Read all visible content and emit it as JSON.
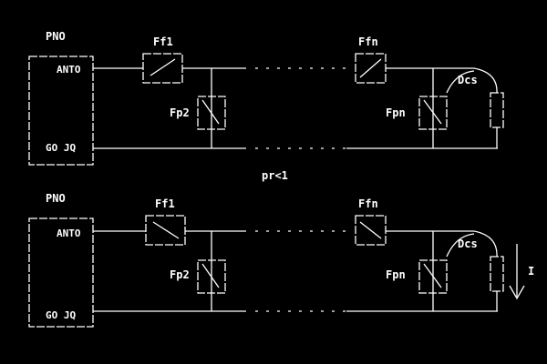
{
  "panels": [
    {
      "source_title": "PNO",
      "terminal_a": "ANTO",
      "terminal_b": "GO JQ",
      "switch_1": "Ff1",
      "switch_n": "Ffn",
      "cross_1": "Fp2",
      "cross_n": "Fpn",
      "load": "Dcs"
    },
    {
      "source_title": "PNO",
      "terminal_a": "ANTO",
      "terminal_b": "GO JQ",
      "switch_1": "Ff1",
      "switch_n": "Ffn",
      "cross_1": "Fp2",
      "cross_n": "Fpn",
      "load": "Dcs"
    }
  ],
  "caption_between": "pr<1",
  "current_label": "I",
  "icons": {
    "arrow": "down-arrow-icon"
  }
}
